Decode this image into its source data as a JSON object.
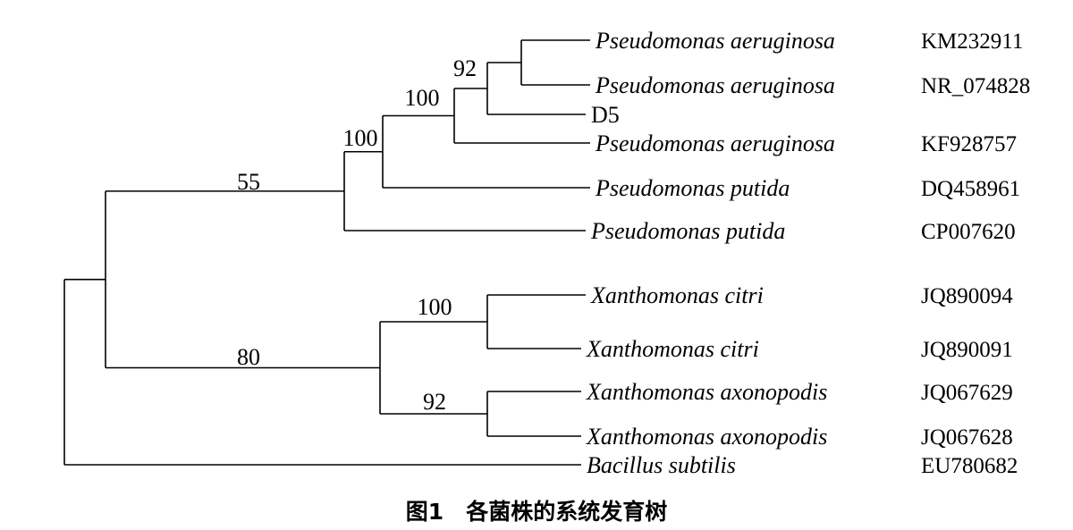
{
  "tree": {
    "leaves": [
      {
        "id": "l1",
        "name": "Pseudomonas aeruginosa",
        "accession": "KM232911",
        "italic": true
      },
      {
        "id": "l2",
        "name": "Pseudomonas aeruginosa",
        "accession": "NR_074828",
        "italic": true
      },
      {
        "id": "l3",
        "name": "D5",
        "accession": "",
        "italic": false
      },
      {
        "id": "l4",
        "name": "Pseudomonas aeruginosa",
        "accession": "KF928757",
        "italic": true
      },
      {
        "id": "l5",
        "name": "Pseudomonas putida",
        "accession": "DQ458961",
        "italic": true
      },
      {
        "id": "l6",
        "name": "Pseudomonas putida",
        "accession": "CP007620",
        "italic": true
      },
      {
        "id": "l7",
        "name": "Xanthomonas citri",
        "accession": "JQ890094",
        "italic": true
      },
      {
        "id": "l8",
        "name": "Xanthomonas citri",
        "accession": "JQ890091",
        "italic": true
      },
      {
        "id": "l9",
        "name": "Xanthomonas axonopodis",
        "accession": "JQ067629",
        "italic": true
      },
      {
        "id": "l10",
        "name": "Xanthomonas axonopodis",
        "accession": "JQ067628",
        "italic": true
      },
      {
        "id": "l11",
        "name": "Bacillus subtilis",
        "accession": "EU780682",
        "italic": true
      }
    ],
    "support_values": {
      "n_ab": "92",
      "n_abd5": "100",
      "n_aer": "100",
      "n_pseudo": "55",
      "n_citri": "100",
      "n_axono": "92",
      "n_xantho": "80"
    }
  },
  "caption": "图1　各菌株的系统发育树"
}
